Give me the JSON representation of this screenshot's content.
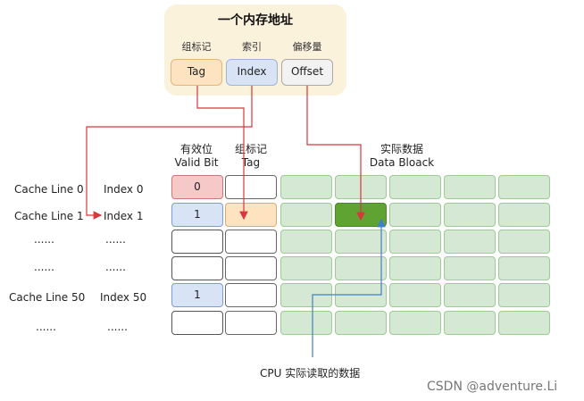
{
  "address": {
    "title": "一个内存地址",
    "fields": [
      {
        "caption": "组标记",
        "label": "Tag"
      },
      {
        "caption": "索引",
        "label": "Index"
      },
      {
        "caption": "偏移量",
        "label": "Offset"
      }
    ]
  },
  "columns": {
    "valid_line1": "有效位",
    "valid_line2": "Valid Bit",
    "tag_line1": "组标记",
    "tag_line2": "Tag",
    "data_line1": "实际数据",
    "data_line2": "Data Bloack"
  },
  "rows": [
    {
      "cache_line": "Cache Line 0",
      "index": "Index 0",
      "valid": "0"
    },
    {
      "cache_line": "Cache Line 1",
      "index": "Index 1",
      "valid": "1"
    },
    {
      "cache_line": "......",
      "index": "......",
      "valid": ""
    },
    {
      "cache_line": "......",
      "index": "......",
      "valid": ""
    },
    {
      "cache_line": "Cache Line 50",
      "index": "Index 50",
      "valid": "1"
    },
    {
      "cache_line": "......",
      "index": "......",
      "valid": ""
    }
  ],
  "cpu_label": "CPU 实际读取的数据",
  "watermark": "CSDN @adventure.Li",
  "colors": {
    "red_arrow": "#d9363e",
    "blue_arrow": "#3c82c8",
    "data_green": "#d5e8d4",
    "hit_green": "#5fa332"
  }
}
